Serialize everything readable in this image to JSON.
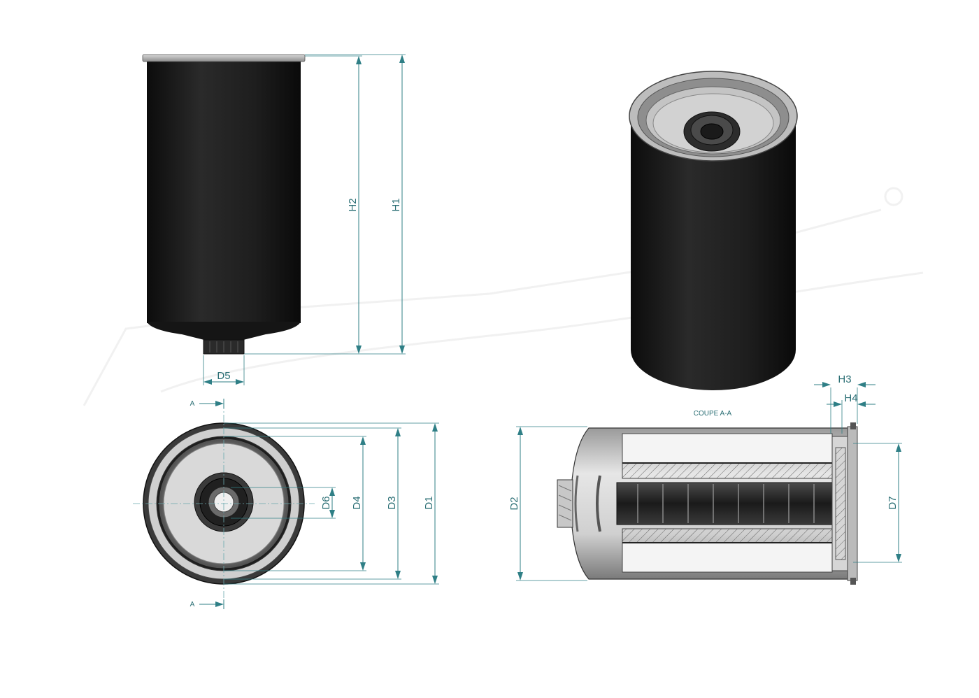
{
  "labels": {
    "h1": "H1",
    "h2": "H2",
    "h3": "H3",
    "h4": "H4",
    "d1": "D1",
    "d2": "D2",
    "d3": "D3",
    "d4": "D4",
    "d5": "D5",
    "d6": "D6",
    "d7": "D7",
    "section_mark_top": "A",
    "section_mark_bottom": "A",
    "section_title": "COUPE A-A"
  },
  "colors": {
    "dimension": "#2f7f86",
    "body": "#1c1c1c",
    "background": "#ffffff"
  }
}
